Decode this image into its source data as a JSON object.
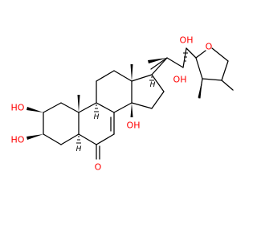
{
  "colors": {
    "bond": "#000000",
    "oxygen": "#ff0000"
  },
  "labels": {
    "oh_c2": "HO",
    "oh_c3": "HO",
    "o_ketone": "O",
    "oh_c14": "OH",
    "oh_c20": "OH",
    "oh_c22": "OH",
    "o_ring": "O",
    "h_c5": "H",
    "h_c9": "H",
    "h_c17": "H"
  }
}
